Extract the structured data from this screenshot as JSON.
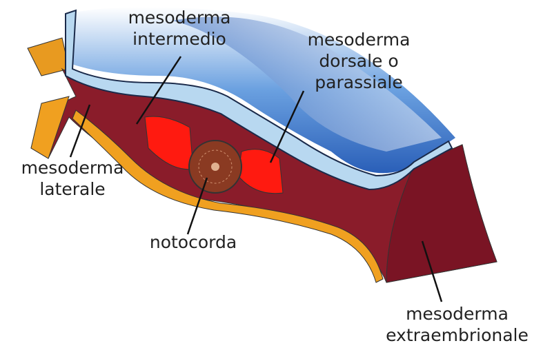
{
  "labels": {
    "intermedio": [
      "mesoderma",
      "intermedio"
    ],
    "dorsale": [
      "mesoderma",
      "dorsale o",
      "parassiale"
    ],
    "laterale": [
      "mesoderma",
      "laterale"
    ],
    "notocorda": [
      "notocorda"
    ],
    "extraembrionale": [
      "mesoderma",
      "extraembrionale"
    ]
  },
  "colors": {
    "ectoderm": "#3f7fd0",
    "mesoderm": "#8a1c2a",
    "somite": "#ff1a10",
    "endoderm": "#e8a020",
    "notochord": "#7a2a1a"
  }
}
